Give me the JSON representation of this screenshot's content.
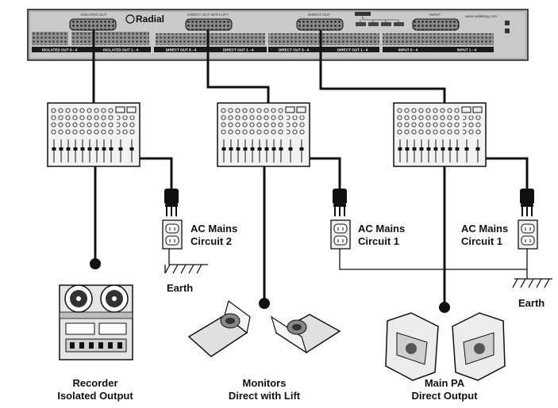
{
  "rack": {
    "sections": {
      "isolated_out": "ISOLATED OUT",
      "direct_out_lift": "DIRECT OUT WITH LIFT",
      "direct_out": "DIRECT OUT",
      "input": "INPUT"
    },
    "brand": "Radial",
    "website": "www.radialeng.com",
    "strips": {
      "iso_1": "ISOLATED OUT 8 - 4",
      "iso_2": "ISOLATED OUT 1 - 4",
      "lift_1": "DIRECT OUT 8 - 4",
      "lift_2": "DIRECT OUT 1 - 4",
      "dir_1": "DIRECT OUT 8 - 4",
      "dir_2": "DIRECT OUT 1 - 4",
      "in_1": "INPUT 8 - 4",
      "in_2": "INPUT 1 - 4"
    }
  },
  "labels": {
    "ac_mains_circuit_2_line1": "AC Mains",
    "ac_mains_circuit_2_line2": "Circuit 2",
    "ac_mains_circuit_1a_line1": "AC Mains",
    "ac_mains_circuit_1a_line2": "Circuit 1",
    "ac_mains_circuit_1b_line1": "AC Mains",
    "ac_mains_circuit_1b_line2": "Circuit 1",
    "earth_1": "Earth",
    "earth_2": "Earth"
  },
  "destinations": {
    "recorder": {
      "title": "Recorder",
      "subtitle": "Isolated Output"
    },
    "monitors": {
      "title": "Monitors",
      "subtitle": "Direct with Lift"
    },
    "main_pa": {
      "title": "Main PA",
      "subtitle": "Direct Output"
    }
  },
  "colors": {
    "line": "#111111",
    "panel": "#cfcfcf",
    "mixer_body": "#f0f0f0",
    "device_fill": "#e4e4e4"
  }
}
